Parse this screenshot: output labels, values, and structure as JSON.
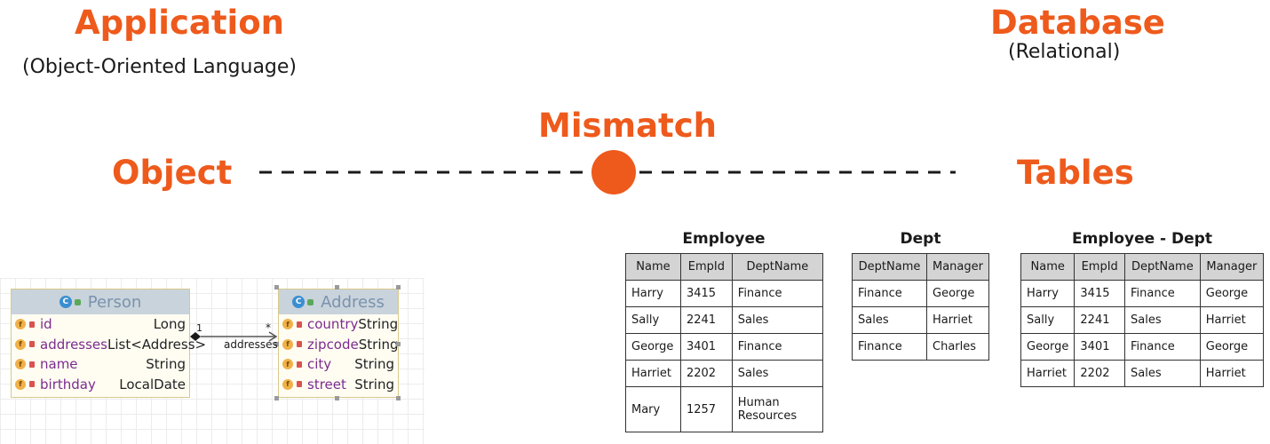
{
  "headings": {
    "application": "Application",
    "application_sub": "(Object-Oriented Language)",
    "database": "Database",
    "database_sub": "(Relational)",
    "mismatch": "Mismatch",
    "object": "Object",
    "tables": "Tables"
  },
  "colors": {
    "accent": "#ee5a1c",
    "text": "#1a1a1a",
    "table_header": "#d4d4d4"
  },
  "uml": {
    "person": {
      "name": "Person",
      "fields": [
        {
          "name": "id",
          "type": "Long"
        },
        {
          "name": "addresses",
          "type": "List<Address>"
        },
        {
          "name": "name",
          "type": "String"
        },
        {
          "name": "birthday",
          "type": "LocalDate"
        }
      ]
    },
    "address": {
      "name": "Address",
      "fields": [
        {
          "name": "country",
          "type": "String"
        },
        {
          "name": "zipcode",
          "type": "String"
        },
        {
          "name": "city",
          "type": "String"
        },
        {
          "name": "street",
          "type": "String"
        }
      ]
    },
    "relation": {
      "label": "addresses",
      "source_multiplicity": "1",
      "target_multiplicity": "*"
    },
    "class_icon": "C",
    "field_icon": "f"
  },
  "tables": {
    "employee": {
      "title": "Employee",
      "columns": [
        "Name",
        "EmpId",
        "DeptName"
      ],
      "rows": [
        [
          "Harry",
          "3415",
          "Finance"
        ],
        [
          "Sally",
          "2241",
          "Sales"
        ],
        [
          "George",
          "3401",
          "Finance"
        ],
        [
          "Harriet",
          "2202",
          "Sales"
        ],
        [
          "Mary",
          "1257",
          "Human Resources"
        ]
      ]
    },
    "dept": {
      "title": "Dept",
      "columns": [
        "DeptName",
        "Manager"
      ],
      "rows": [
        [
          "Finance",
          "George"
        ],
        [
          "Sales",
          "Harriet"
        ],
        [
          "Finance",
          "Charles"
        ]
      ]
    },
    "employee_dept": {
      "title": "Employee - Dept",
      "columns": [
        "Name",
        "EmpId",
        "DeptName",
        "Manager"
      ],
      "rows": [
        [
          "Harry",
          "3415",
          "Finance",
          "George"
        ],
        [
          "Sally",
          "2241",
          "Sales",
          "Harriet"
        ],
        [
          "George",
          "3401",
          "Finance",
          "George"
        ],
        [
          "Harriet",
          "2202",
          "Sales",
          "Harriet"
        ]
      ]
    }
  }
}
